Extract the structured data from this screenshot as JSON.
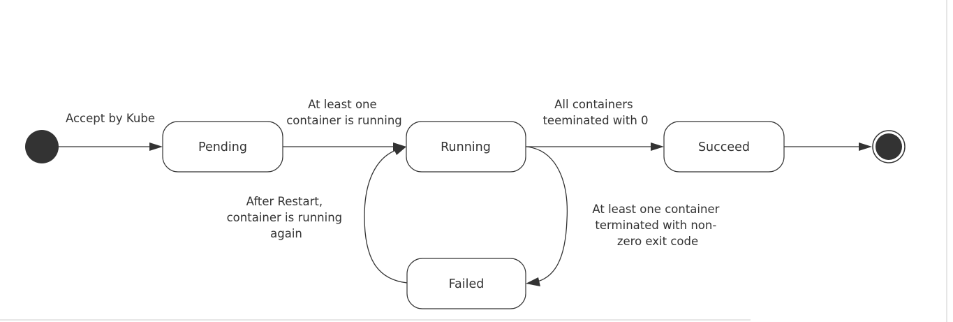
{
  "states": {
    "pending": "Pending",
    "running": "Running",
    "succeed": "Succeed",
    "failed": "Failed"
  },
  "transitions": {
    "accept": [
      "Accept by Kube"
    ],
    "pending_to_running": [
      "At least one",
      "container is running"
    ],
    "running_to_succeed": [
      "All containers",
      "teeminated with 0"
    ],
    "running_to_failed": [
      "At least one container",
      "terminated with non-",
      "zero exit code"
    ],
    "failed_to_running": [
      "After Restart,",
      "container is running",
      "again"
    ]
  },
  "colors": {
    "stroke": "#333333",
    "text": "#333333",
    "node_fill": "#333333"
  }
}
